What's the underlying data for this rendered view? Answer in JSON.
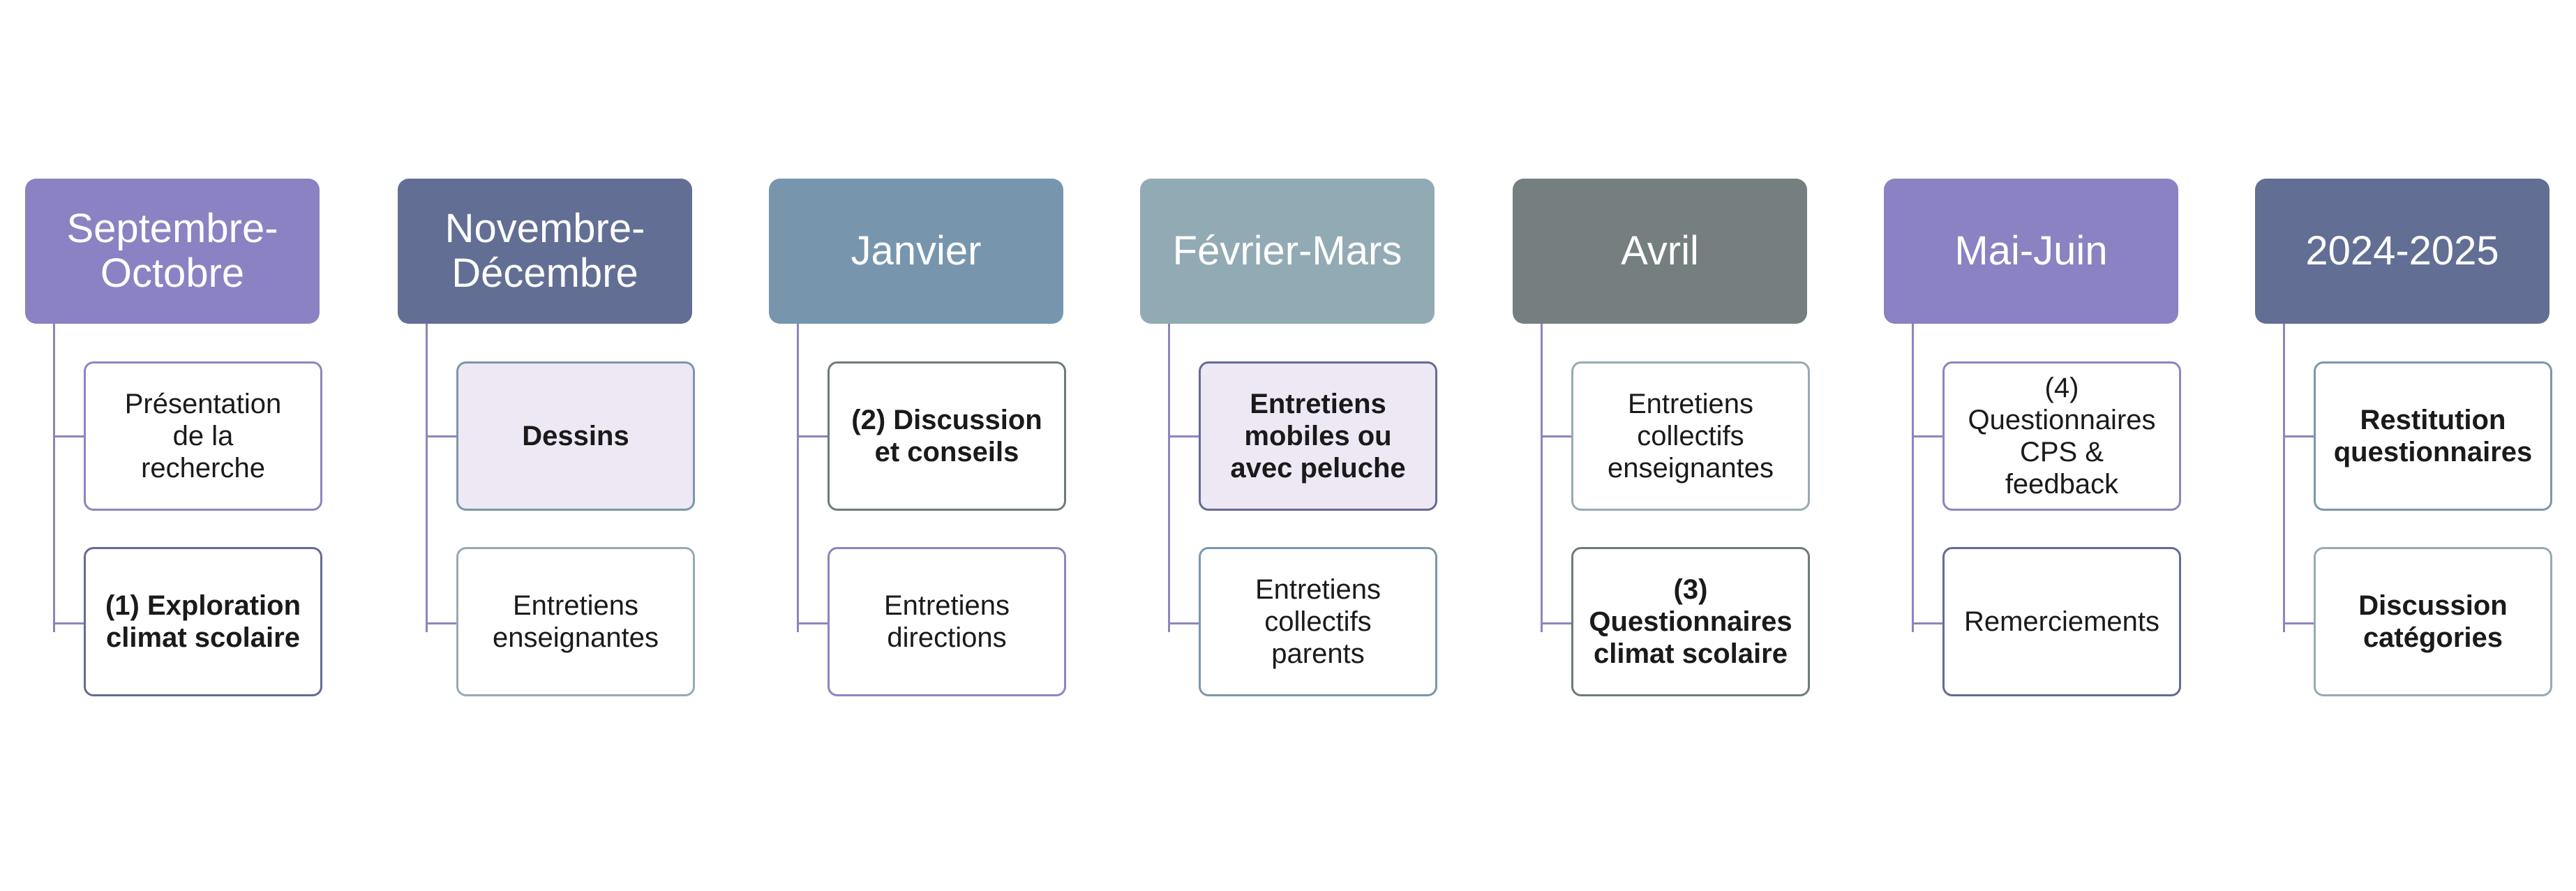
{
  "timeline": [
    {
      "header": "Septembre-\nOctobre",
      "header_color": "#8a82c2",
      "children": [
        {
          "text": "Présentation\nde la\nrecherche",
          "bold": false,
          "border": "#8e84bf",
          "fill": "#ffffff"
        },
        {
          "text": "(1) Exploration\nclimat scolaire",
          "bold": true,
          "border": "#646b93",
          "fill": "#ffffff"
        }
      ]
    },
    {
      "header": "Novembre-\nDécembre",
      "header_color": "#636e95",
      "children": [
        {
          "text": "Dessins",
          "bold": true,
          "border": "#7a97ad",
          "fill": "#ede8f4"
        },
        {
          "text": "Entretiens\nenseignantes",
          "bold": false,
          "border": "#96abb3",
          "fill": "#ffffff"
        }
      ]
    },
    {
      "header": "Janvier",
      "header_color": "#7796ae",
      "children": [
        {
          "text": "(2) Discussion\net conseils",
          "bold": true,
          "border": "#6f7a7a",
          "fill": "#ffffff"
        },
        {
          "text": "Entretiens\ndirections",
          "bold": false,
          "border": "#8e84bf",
          "fill": "#ffffff"
        }
      ]
    },
    {
      "header": "Février-Mars",
      "header_color": "#92aab3",
      "children": [
        {
          "text": "Entretiens\nmobiles ou\navec peluche",
          "bold": true,
          "border": "#646b93",
          "fill": "#ede8f4"
        },
        {
          "text": "Entretiens\ncollectifs\nparents",
          "bold": false,
          "border": "#7a97ad",
          "fill": "#ffffff"
        }
      ]
    },
    {
      "header": "Avril",
      "header_color": "#757f7f",
      "children": [
        {
          "text": "Entretiens\ncollectifs\nenseignantes",
          "bold": false,
          "border": "#96abb3",
          "fill": "#ffffff"
        },
        {
          "text": "(3)\nQuestionnaires\nclimat scolaire",
          "bold": true,
          "border": "#6f7a7a",
          "fill": "#ffffff"
        }
      ]
    },
    {
      "header": "Mai-Juin",
      "header_color": "#8a82c2",
      "children": [
        {
          "text": "(4)\nQuestionnaires\nCPS &\nfeedback",
          "bold": false,
          "border": "#8e84bf",
          "fill": "#ffffff"
        },
        {
          "text": "Remerciements",
          "bold": false,
          "border": "#646b93",
          "fill": "#ffffff"
        }
      ]
    },
    {
      "header": "2024-2025",
      "header_color": "#636e95",
      "children": [
        {
          "text": "Restitution\nquestionnaires",
          "bold": true,
          "border": "#7a97ad",
          "fill": "#ffffff"
        },
        {
          "text": "Discussion\ncatégories",
          "bold": true,
          "border": "#96abb3",
          "fill": "#ffffff"
        }
      ]
    }
  ]
}
